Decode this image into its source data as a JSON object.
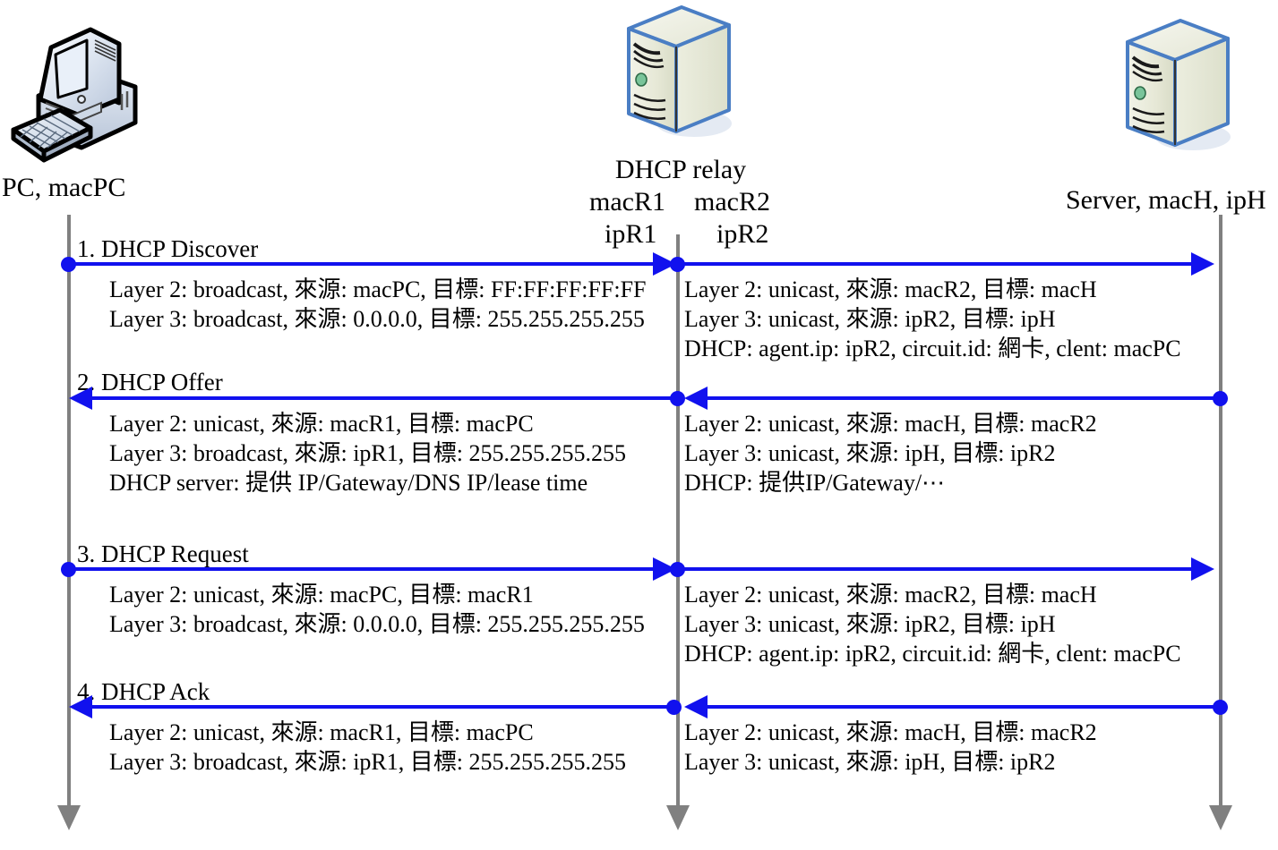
{
  "diagram": {
    "title": "DHCP relay message sequence",
    "accent_color": "#1111ee",
    "lifeline_color": "#808080"
  },
  "nodes": [
    {
      "id": "pc",
      "icon": "desktop-computer-icon",
      "label_lines": [
        "PC, macPC"
      ]
    },
    {
      "id": "relay",
      "icon": "server-tower-icon",
      "label_lines": [
        "DHCP relay"
      ],
      "left_addr": [
        "macR1",
        "ipR1"
      ],
      "right_addr": [
        "macR2",
        "ipR2"
      ]
    },
    {
      "id": "server",
      "icon": "server-tower-icon",
      "label_lines": [
        "Server, macH, ipH"
      ]
    }
  ],
  "messages": [
    {
      "id": "discover",
      "title": "1. DHCP Discover",
      "left_details": [
        "Layer 2: broadcast, 來源: macPC, 目標: FF:FF:FF:FF:FF",
        "Layer 3: broadcast, 來源: 0.0.0.0, 目標: 255.255.255.255"
      ],
      "right_details": [
        "Layer 2: unicast, 來源: macR2, 目標: macH",
        "Layer 3: unicast, 來源: ipR2, 目標: ipH",
        "DHCP: agent.ip: ipR2, circuit.id: 網卡, clent: macPC"
      ]
    },
    {
      "id": "offer",
      "title": "2. DHCP Offer",
      "left_details": [
        "Layer 2: unicast, 來源: macR1, 目標: macPC",
        "Layer 3: broadcast, 來源: ipR1, 目標: 255.255.255.255",
        "DHCP server: 提供 IP/Gateway/DNS IP/lease time"
      ],
      "right_details": [
        "Layer 2: unicast, 來源: macH, 目標: macR2",
        "Layer 3: unicast, 來源: ipH, 目標: ipR2",
        "DHCP: 提供IP/Gateway/⋯"
      ]
    },
    {
      "id": "request",
      "title": "3. DHCP Request",
      "left_details": [
        "Layer 2: unicast, 來源: macPC, 目標: macR1",
        "Layer 3: broadcast, 來源: 0.0.0.0, 目標: 255.255.255.255"
      ],
      "right_details": [
        "Layer 2: unicast, 來源: macR2, 目標: macH",
        "Layer 3: unicast, 來源: ipR2, 目標: ipH",
        "DHCP: agent.ip: ipR2, circuit.id: 網卡, clent: macPC"
      ]
    },
    {
      "id": "ack",
      "title": "4. DHCP Ack",
      "left_details": [
        "Layer 2: unicast, 來源: macR1, 目標: macPC",
        "Layer 3: broadcast, 來源: ipR1, 目標: 255.255.255.255"
      ],
      "right_details": [
        "Layer 2: unicast, 來源: macH, 目標: macR2",
        "Layer 3: unicast, 來源: ipH, 目標: ipR2"
      ]
    }
  ]
}
